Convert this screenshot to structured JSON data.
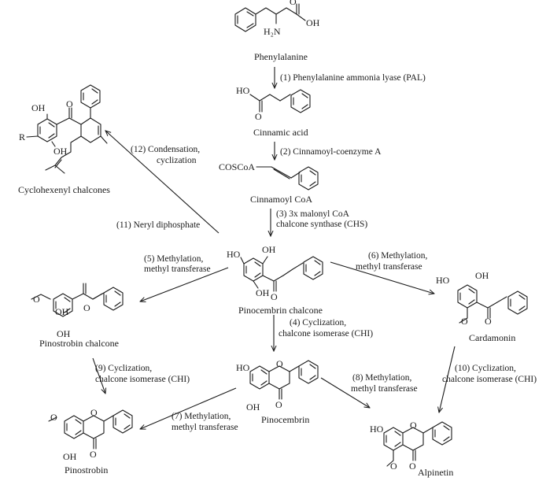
{
  "compounds": {
    "phenylalanine": "Phenylalanine",
    "cinnamic_acid": "Cinnamic acid",
    "cinnamoyl_coa": "Cinnamoyl CoA",
    "pinocembrin_chalcone": "Pinocembrin chalcone",
    "cyclohexenyl_chalcones": "Cyclohexenyl chalcones",
    "pinostrobin_chalcone": "Pinostrobin chalcone",
    "cardamonin": "Cardamonin",
    "pinocembrin": "Pinocembrin",
    "pinostrobin": "Pinostrobin",
    "alpinetin": "Alpinetin"
  },
  "steps": {
    "s1": "(1) Phenylalanine ammonia lyase (PAL)",
    "s2": "(2) Cinnamoyl-coenzyme A",
    "s3a": "(3) 3x malonyl CoA",
    "s3b": "chalcone synthase (CHS)",
    "s4a": "(4) Cyclization,",
    "s4b": "chalcone isomerase (CHI)",
    "s5a": "(5) Methylation,",
    "s5b": "methyl transferase",
    "s6a": "(6) Methylation,",
    "s6b": "methyl transferase",
    "s7a": "(7) Methylation,",
    "s7b": "methyl transferase",
    "s8a": "(8) Methylation,",
    "s8b": "methyl transferase",
    "s9a": "(9) Cyclization,",
    "s9b": "chalcone isomerase (CHI)",
    "s10a": "(10) Cyclization,",
    "s10b": "chalcone isomerase (CHI)",
    "s11": "(11) Neryl diphosphate",
    "s12a": "(12) Condensation,",
    "s12b": "cyclization"
  },
  "atoms": {
    "oh": "OH",
    "o": "O",
    "ho": "HO",
    "h2n": "H₂N",
    "coscoa": "COSCoA",
    "r": "R"
  }
}
